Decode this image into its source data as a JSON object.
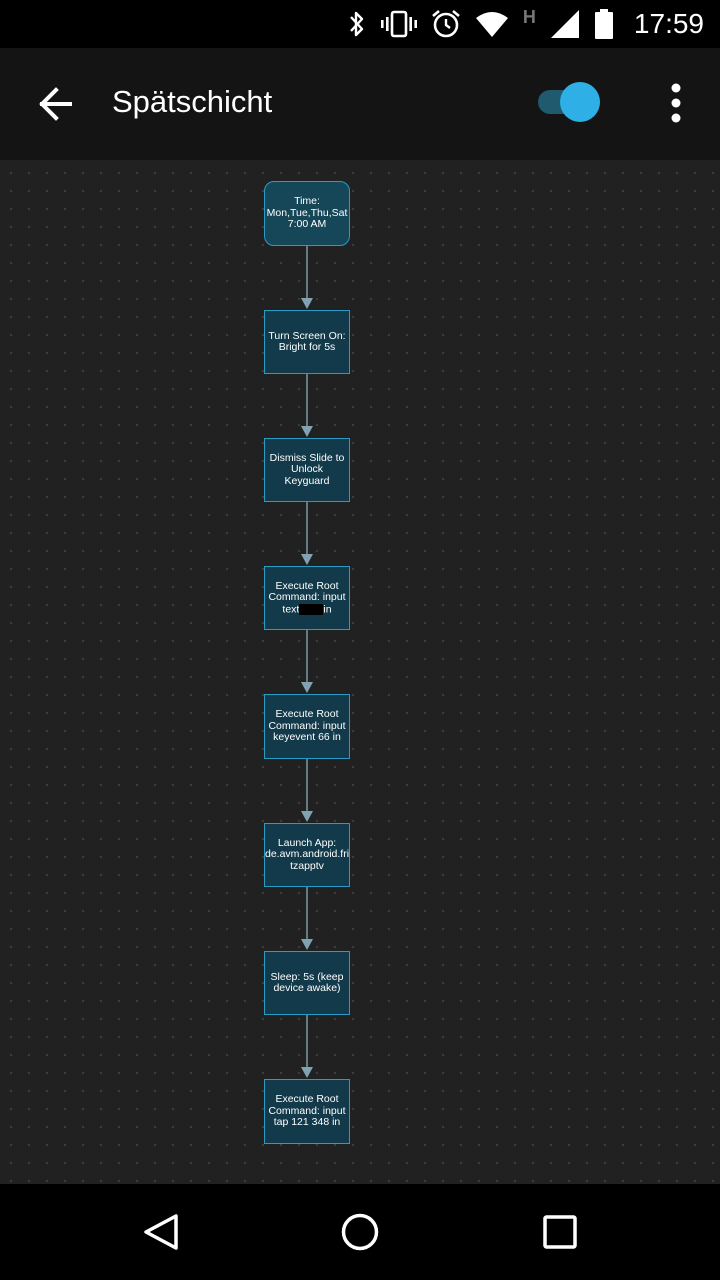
{
  "status_bar": {
    "time": "17:59",
    "network_indicator": "H",
    "icons": [
      "bluetooth-icon",
      "vibrate-icon",
      "alarm-icon",
      "wifi-icon",
      "cellular-signal-icon",
      "battery-icon"
    ]
  },
  "app_bar": {
    "title": "Spätschicht",
    "toggle_on": true
  },
  "flow": {
    "trigger": {
      "lines": [
        "Time:",
        "Mon,Tue,Thu,Sat",
        "7:00 AM"
      ]
    },
    "actions": [
      {
        "lines": [
          "Turn Screen On:",
          "Bright for 5s"
        ]
      },
      {
        "lines": [
          "Dismiss Slide to",
          "Unlock Keyguard"
        ]
      },
      {
        "lines": [
          "Execute Root",
          "Command: input"
        ],
        "line3_before": "text",
        "line3_after": "in"
      },
      {
        "lines": [
          "Execute Root",
          "Command: input",
          "keyevent 66 in"
        ]
      },
      {
        "lines": [
          "Launch App:",
          "de.avm.android.fri",
          "tzapptv"
        ]
      },
      {
        "lines": [
          "Sleep: 5s (keep",
          "device awake)"
        ]
      },
      {
        "lines": [
          "Execute Root",
          "Command: input",
          "tap 121 348 in"
        ]
      }
    ]
  },
  "colors": {
    "accent": "#2eb0e6",
    "node_fill": "#123a4a",
    "node_border": "#2a9bc4",
    "canvas_bg": "#212121",
    "edge": "#7fa3b0"
  }
}
